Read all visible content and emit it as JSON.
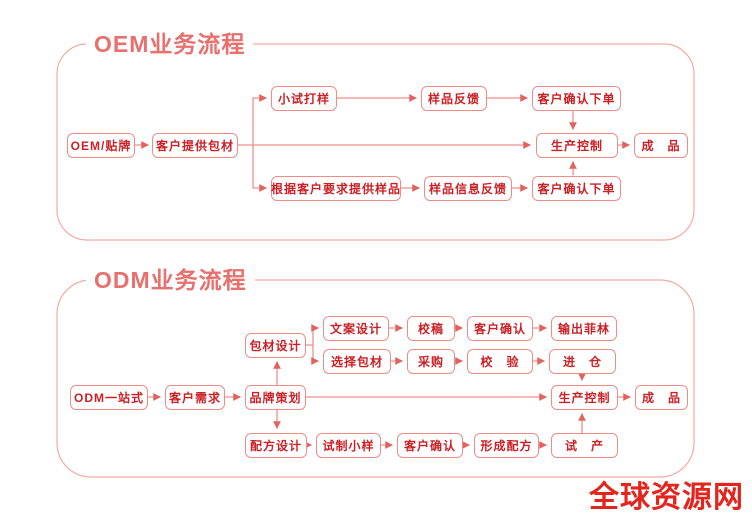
{
  "watermark": {
    "text": "全球资源网",
    "color": "#e3261d"
  },
  "colors": {
    "box_border": "#ee8d88",
    "box_text": "#ca2127",
    "connector_line": "#ef918c",
    "arrowhead": "#e4625e",
    "frame_border": "#f2aba7",
    "title_text": "#e8706d",
    "background": "#ffffff"
  },
  "oem": {
    "title": "OEM业务流程",
    "nodes": {
      "start": "OEM/贴牌",
      "customer_packaging": "客户提供包材",
      "trial_sampling": "小试打样",
      "sample_feedback": "样品反馈",
      "confirm_order_top": "客户确认下单",
      "custom_samples": "根据客户要求提供样品",
      "sample_info_feedback": "样品信息反馈",
      "confirm_order_bottom": "客户确认下单",
      "production_control": "生产控制",
      "finished_product": "成　品"
    }
  },
  "odm": {
    "title": "ODM业务流程",
    "nodes": {
      "start": "ODM一站式",
      "customer_needs": "客户需求",
      "brand_planning": "品牌策划",
      "packaging_design": "包材设计",
      "copy_design": "文案设计",
      "proofreading": "校稿",
      "customer_confirm_pkg": "客户确认",
      "film_output": "输出菲林",
      "packaging_selection": "选择包材",
      "purchasing": "采购",
      "verification": "校　验",
      "warehousing": "进　仓",
      "production_control": "生产控制",
      "finished_product": "成　品",
      "formula_design": "配方设计",
      "trial_sample": "试制小样",
      "customer_confirm_formula": "客户确认",
      "formula_formation": "形成配方",
      "trial_production": "试　产"
    }
  }
}
